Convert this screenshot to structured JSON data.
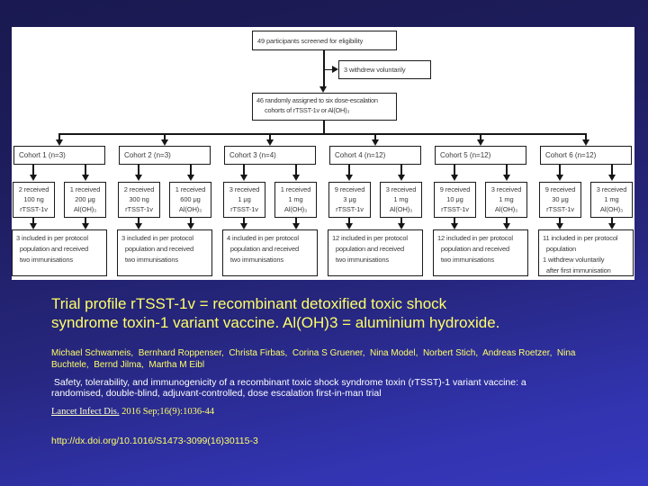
{
  "colors": {
    "slide_top": "#1a1950",
    "slide_bottom": "#3638bf",
    "panel": "#ffffff",
    "caption_yellow": "#ffff66",
    "caption_white": "#ffffff",
    "link_pale": "#ffffcc",
    "diagram_ink": "#1b1b1b"
  },
  "flow": {
    "screened": "49 participants screened for eligibility",
    "withdrew": "3 withdrew voluntarily",
    "randomized": "46 randomly assigned to six dose-escalation\n     cohorts of rTSST-1v or Al(OH)₃",
    "cohorts": [
      {
        "label": "Cohort 1 (n=3)",
        "left": "2 received\n100 ng\nrTSST-1v",
        "right": "1 received\n200 μg\nAl(OH)₃",
        "bottom": "3 included in per protocol\n  population and received\n  two immunisations"
      },
      {
        "label": "Cohort 2 (n=3)",
        "left": "2 received\n300 ng\nrTSST-1v",
        "right": "1 received\n600 μg\nAl(OH)₃",
        "bottom": "3 included in per protocol\n  population and received\n  two immunisations"
      },
      {
        "label": "Cohort 3 (n=4)",
        "left": "3 received\n1 μg\nrTSST-1v",
        "right": "1 received\n1 mg\nAl(OH)₃",
        "bottom": "4 included in per protocol\n  population and received\n  two immunisations"
      },
      {
        "label": "Cohort 4 (n=12)",
        "left": "9 received\n3 μg\nrTSST-1v",
        "right": "3 received\n1 mg\nAl(OH)₃",
        "bottom": "12 included in per protocol\n  population and received\n  two immunisations"
      },
      {
        "label": "Cohort 5 (n=12)",
        "left": "9 received\n10 μg\nrTSST-1v",
        "right": "3 received\n1 mg\nAl(OH)₃",
        "bottom": "12 included in per protocol\n  population and received\n  two immunisations"
      },
      {
        "label": "Cohort 6 (n=12)",
        "left": "9 received\n30 μg\nrTSST-1v",
        "right": "3 received\n1 mg\nAl(OH)₃",
        "bottom": "11 included in per protocol\n  population\n1 withdrew voluntarily\n  after first immunisation"
      }
    ]
  },
  "caption": {
    "title": "Trial profile rTSST-1v = recombinant detoxified toxic shock\nsyndrome toxin-1 variant vaccine. Al(OH)3 = aluminium hydroxide.",
    "authors": "Michael Schwameis,  Bernhard Roppenser,  Christa Firbas,  Corina S Gruener,  Nina Model,  Norbert Stich,  Andreas Roetzer,  Nina\nBuchtele,  Bernd Jilma,  Martha M Eibl",
    "study_title": " Safety, tolerability, and immunogenicity of a recombinant toxic shock syndrome toxin (rTSST)-1 variant vaccine: a\nrandomised, double-blind, adjuvant-controlled, dose escalation first-in-man trial",
    "journal": "Lancet Infect Dis.",
    "citation": " 2016 Sep;16(9):1036-44",
    "doi": "http://dx.doi.org/10.1016/S1473-3099(16)30115-3"
  }
}
